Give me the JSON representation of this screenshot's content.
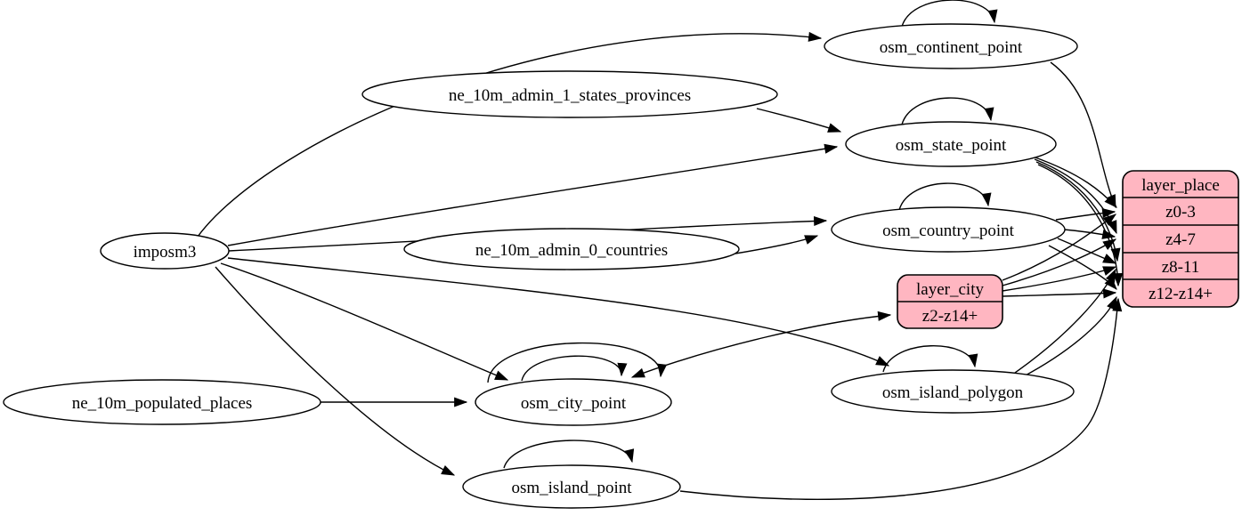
{
  "diagram": {
    "type": "etl-graph",
    "background_color": "#ffffff",
    "edge_color": "#000000",
    "table_node_fill": "#ffffff",
    "layer_node_fill": "#ffb6c1",
    "nodes": {
      "imposm3": {
        "label": "imposm3",
        "shape": "ellipse"
      },
      "ne_10m_admin_1_states_provinces": {
        "label": "ne_10m_admin_1_states_provinces",
        "shape": "ellipse"
      },
      "ne_10m_admin_0_countries": {
        "label": "ne_10m_admin_0_countries",
        "shape": "ellipse"
      },
      "ne_10m_populated_places": {
        "label": "ne_10m_populated_places",
        "shape": "ellipse"
      },
      "osm_continent_point": {
        "label": "osm_continent_point",
        "shape": "ellipse"
      },
      "osm_state_point": {
        "label": "osm_state_point",
        "shape": "ellipse"
      },
      "osm_country_point": {
        "label": "osm_country_point",
        "shape": "ellipse"
      },
      "osm_city_point": {
        "label": "osm_city_point",
        "shape": "ellipse"
      },
      "osm_island_polygon": {
        "label": "osm_island_polygon",
        "shape": "ellipse"
      },
      "osm_island_point": {
        "label": "osm_island_point",
        "shape": "ellipse"
      },
      "layer_city": {
        "title": "layer_city",
        "rows": [
          "z2-z14+"
        ],
        "shape": "record"
      },
      "layer_place": {
        "title": "layer_place",
        "rows": [
          "z0-3",
          "z4-7",
          "z8-11",
          "z12-z14+"
        ],
        "shape": "record"
      }
    },
    "edges": [
      {
        "from": "imposm3",
        "to": "osm_continent_point"
      },
      {
        "from": "imposm3",
        "to": "osm_state_point"
      },
      {
        "from": "imposm3",
        "to": "osm_country_point"
      },
      {
        "from": "imposm3",
        "to": "osm_city_point"
      },
      {
        "from": "imposm3",
        "to": "osm_island_polygon"
      },
      {
        "from": "imposm3",
        "to": "osm_island_point"
      },
      {
        "from": "ne_10m_admin_1_states_provinces",
        "to": "osm_state_point"
      },
      {
        "from": "ne_10m_admin_0_countries",
        "to": "osm_country_point"
      },
      {
        "from": "ne_10m_populated_places",
        "to": "osm_city_point"
      },
      {
        "from": "osm_continent_point",
        "to": "osm_continent_point",
        "self_loop": true
      },
      {
        "from": "osm_state_point",
        "to": "osm_state_point",
        "self_loop": true
      },
      {
        "from": "osm_country_point",
        "to": "osm_country_point",
        "self_loop": true
      },
      {
        "from": "osm_city_point",
        "to": "osm_city_point",
        "self_loop": true
      },
      {
        "from": "osm_city_point",
        "to": "osm_city_point",
        "self_loop": true
      },
      {
        "from": "osm_island_polygon",
        "to": "osm_island_polygon",
        "self_loop": true
      },
      {
        "from": "osm_island_point",
        "to": "osm_island_point",
        "self_loop": true
      },
      {
        "from": "osm_continent_point",
        "to": "layer_place",
        "port": "z0-3"
      },
      {
        "from": "osm_state_point",
        "to": "layer_place",
        "port": "z0-3"
      },
      {
        "from": "osm_state_point",
        "to": "layer_place",
        "port": "z4-7"
      },
      {
        "from": "osm_state_point",
        "to": "layer_place",
        "port": "z8-11"
      },
      {
        "from": "osm_state_point",
        "to": "layer_place",
        "port": "z12-z14+"
      },
      {
        "from": "osm_country_point",
        "to": "layer_place",
        "port": "z0-3"
      },
      {
        "from": "osm_country_point",
        "to": "layer_place",
        "port": "z4-7"
      },
      {
        "from": "osm_country_point",
        "to": "layer_place",
        "port": "z8-11"
      },
      {
        "from": "osm_country_point",
        "to": "layer_place",
        "port": "z12-z14+"
      },
      {
        "from": "osm_city_point",
        "to": "layer_city",
        "port": "z2-z14+",
        "bidirectional": true
      },
      {
        "from": "layer_city",
        "to": "layer_place",
        "port": "z0-3"
      },
      {
        "from": "layer_city",
        "to": "layer_place",
        "port": "z4-7"
      },
      {
        "from": "layer_city",
        "to": "layer_place",
        "port": "z8-11"
      },
      {
        "from": "layer_city",
        "to": "layer_place",
        "port": "z12-z14+"
      },
      {
        "from": "osm_island_polygon",
        "to": "layer_place",
        "port": "z8-11"
      },
      {
        "from": "osm_island_polygon",
        "to": "layer_place",
        "port": "z12-z14+"
      },
      {
        "from": "osm_island_point",
        "to": "layer_place",
        "port": "z12-z14+"
      }
    ]
  }
}
